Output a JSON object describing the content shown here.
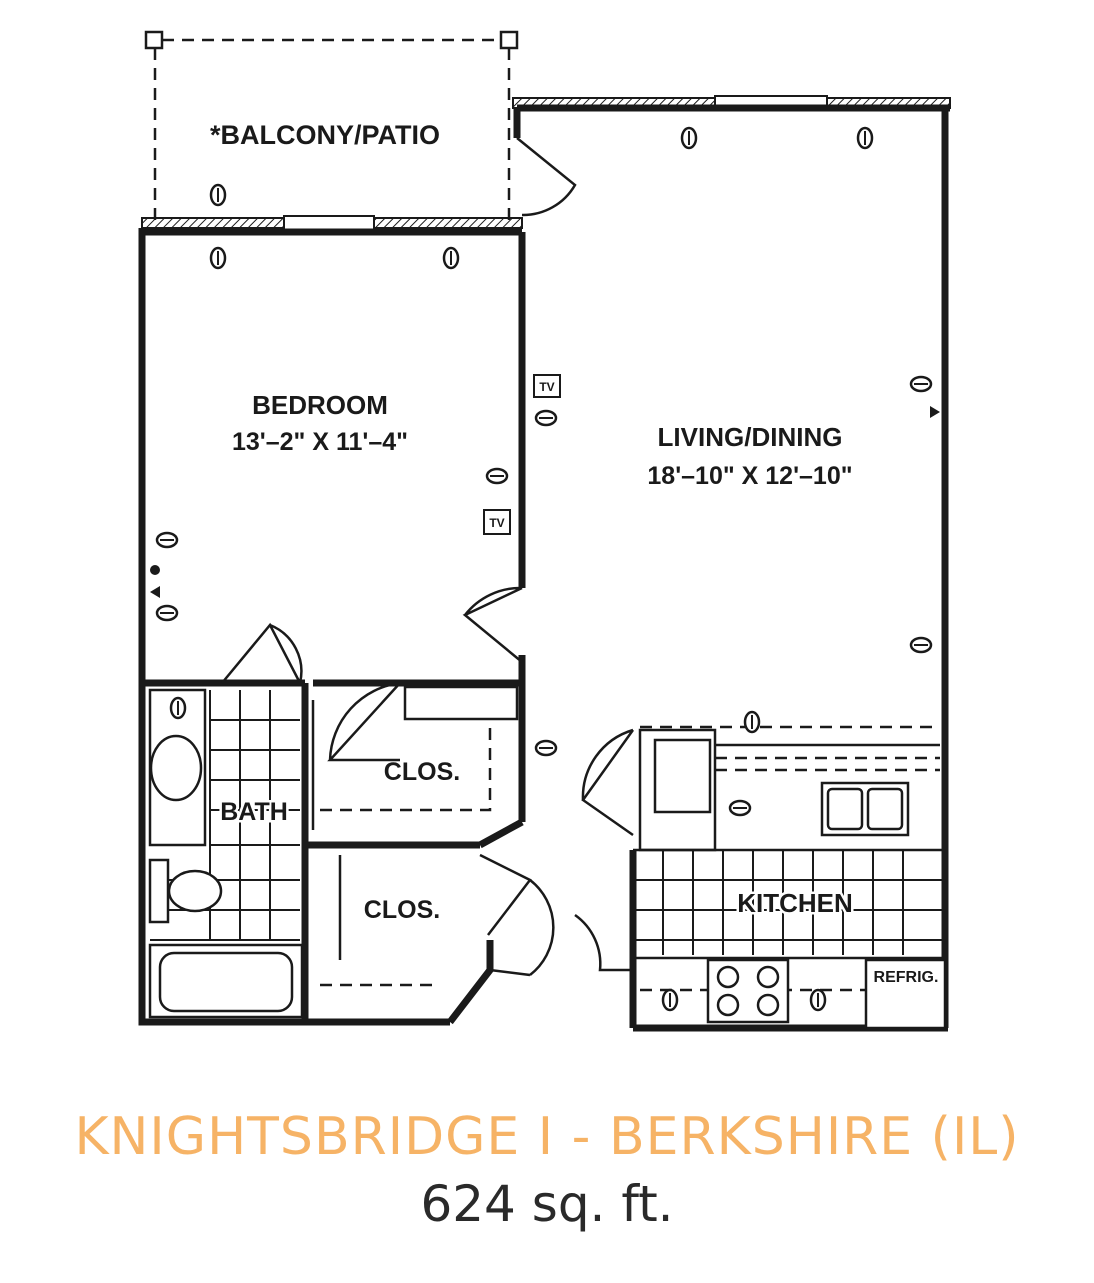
{
  "rooms": {
    "balcony": {
      "name": "*BALCONY/PATIO"
    },
    "bedroom": {
      "name": "BEDROOM",
      "dimensions": "13'–2\" X 11'–4\""
    },
    "living": {
      "name": "LIVING/DINING",
      "dimensions": "18'–10\" X 12'–10\""
    },
    "closet_1": {
      "name": "CLOS."
    },
    "closet_2": {
      "name": "CLOS."
    },
    "bath": {
      "name": "BATH"
    },
    "kitchen": {
      "name": "KITCHEN"
    },
    "refrigerator": {
      "name": "REFRIG."
    }
  },
  "symbols": {
    "tv_outlet": "TV"
  },
  "footer": {
    "title": "KNIGHTSBRIDGE I - BERKSHIRE (IL)",
    "area": "624 sq. ft."
  },
  "colors": {
    "title": "#f6b366",
    "lines": "#1a1a1a"
  }
}
